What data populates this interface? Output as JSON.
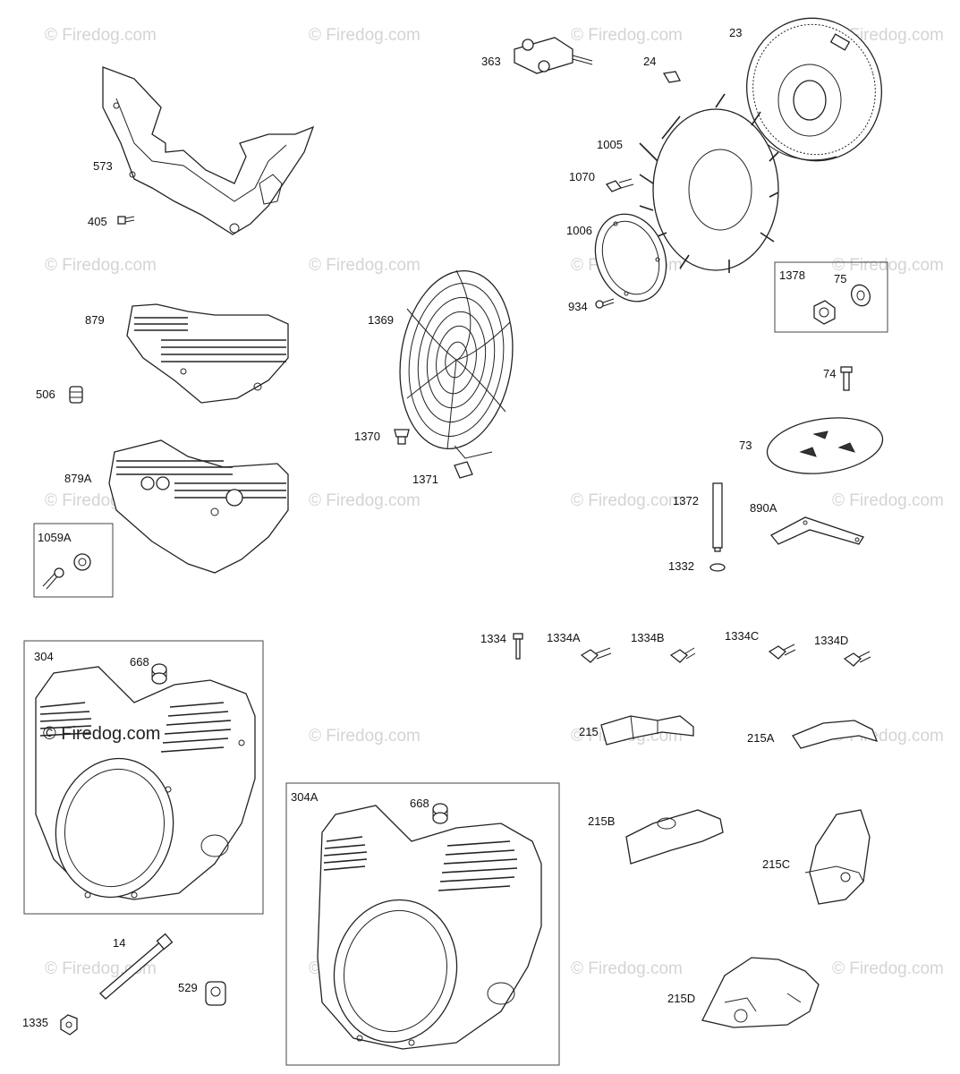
{
  "watermark": "© Firedog.com",
  "callouts": {
    "p573": "573",
    "p405": "405",
    "p879": "879",
    "p506": "506",
    "p879A": "879A",
    "p1059A": "1059A",
    "p363": "363",
    "p24": "24",
    "p23": "23",
    "p1005": "1005",
    "p1070": "1070",
    "p1006": "1006",
    "p934": "934",
    "p1378": "1378",
    "p75": "75",
    "p74": "74",
    "p73": "73",
    "p1369": "1369",
    "p1370": "1370",
    "p1371": "1371",
    "p1372": "1372",
    "p890A": "890A",
    "p1332": "1332",
    "p1334": "1334",
    "p1334A": "1334A",
    "p1334B": "1334B",
    "p1334C": "1334C",
    "p1334D": "1334D",
    "p304": "304",
    "p668a": "668",
    "p304A": "304A",
    "p668b": "668",
    "p215": "215",
    "p215A": "215A",
    "p215B": "215B",
    "p215C": "215C",
    "p215D": "215D",
    "p14": "14",
    "p1335": "1335",
    "p529": "529"
  }
}
